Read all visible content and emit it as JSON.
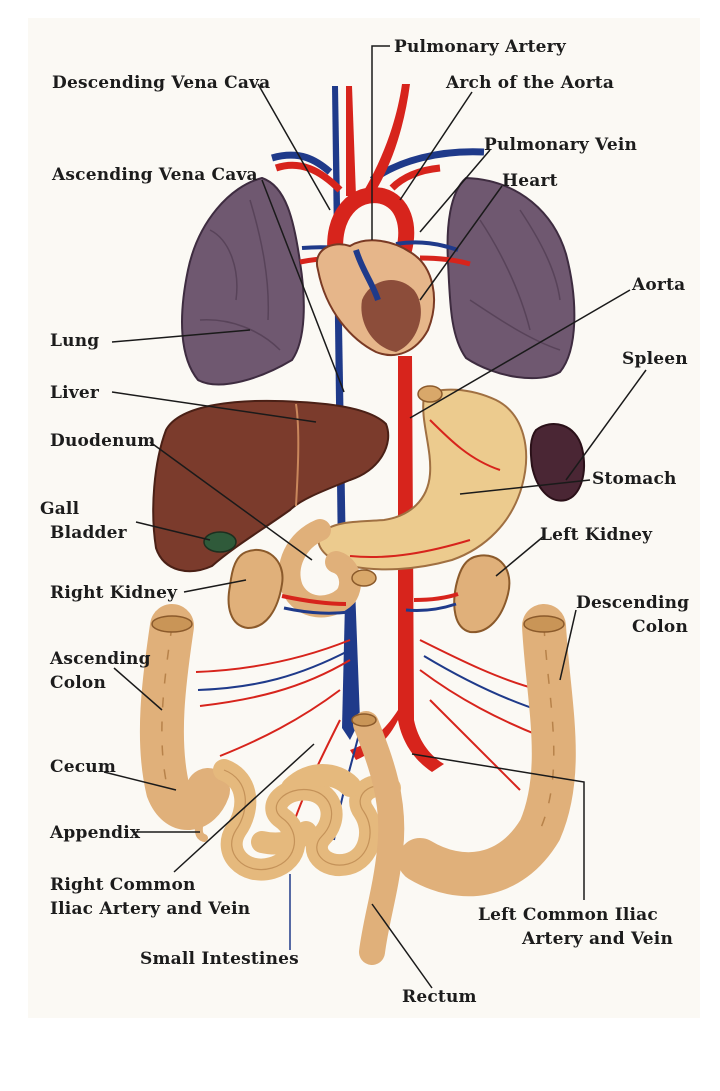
{
  "colors": {
    "artery": "#d7241c",
    "vein": "#1f3a8a",
    "lung": "#6f5870",
    "liver": "#7b3b2c",
    "intestine": "#e5b97d",
    "stomach": "#eccb8e",
    "spleen": "#4a2634",
    "heart": "#e6b68a",
    "paper": "#fbf9f4"
  },
  "labels": {
    "pulmonary_artery": "Pulmonary Artery",
    "descending_vena_cava": "Descending Vena Cava",
    "arch_of_aorta": "Arch of the Aorta",
    "pulmonary_vein": "Pulmonary Vein",
    "ascending_vena_cava": "Ascending Vena Cava",
    "heart": "Heart",
    "aorta": "Aorta",
    "lung": "Lung",
    "spleen": "Spleen",
    "liver": "Liver",
    "duodenum": "Duodenum",
    "stomach": "Stomach",
    "gall_1": "Gall",
    "gall_2": "Bladder",
    "left_kidney": "Left Kidney",
    "right_kidney": "Right Kidney",
    "descending_colon_1": "Descending",
    "descending_colon_2": "Colon",
    "ascending_colon_1": "Ascending",
    "ascending_colon_2": "Colon",
    "cecum": "Cecum",
    "appendix": "Appendix",
    "right_common_1": "Right Common",
    "right_common_2": "Iliac Artery and Vein",
    "left_common_1": "Left Common Iliac",
    "left_common_2": "Artery and Vein",
    "small_intestines": "Small Intestines",
    "rectum": "Rectum"
  }
}
